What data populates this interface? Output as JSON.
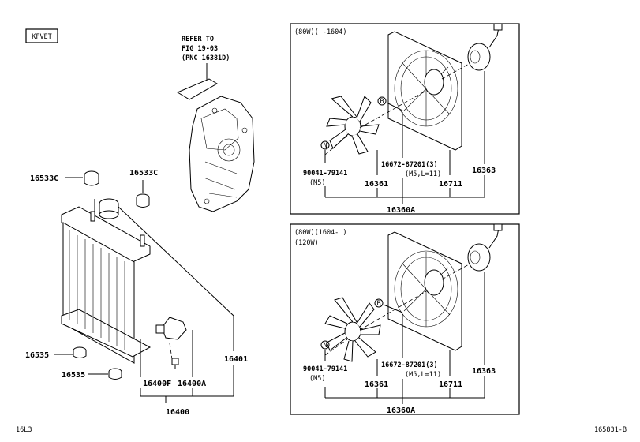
{
  "engine_code": "KFVET",
  "refer_note": [
    "REFER TO",
    "FIG 19-03",
    "(PNC 16381D)"
  ],
  "left": {
    "cap_left": "16533C",
    "cap_right": "16533C",
    "cushion_upper": "16535",
    "cushion_lower": "16535",
    "radiator": "16401",
    "drain_cock": "16400F",
    "drain_plug": "16400A",
    "radiator_assy": "16400"
  },
  "top_panel": {
    "spec": "(80W)(    -1604)",
    "badge_b": "B",
    "badge_n": "N",
    "screw_part": "16672-87201(3)",
    "screw_spec": "(M5,L=11)",
    "nut_part": "90041-79141",
    "nut_spec": "(M5)",
    "fan": "16361",
    "shroud": "16711",
    "motor": "16363",
    "assy": "16360A"
  },
  "bottom_panel": {
    "spec_a": "(80W)(1604-    )",
    "spec_b": "(120W)",
    "badge_b": "B",
    "badge_n": "N",
    "screw_part": "16672-87201(3)",
    "screw_spec": "(M5,L=11)",
    "nut_part": "90041-79141",
    "nut_spec": "(M5)",
    "fan": "16361",
    "shroud": "16711",
    "motor": "16363",
    "assy": "16360A"
  },
  "footer": {
    "left": "16L3",
    "right": "165831-B"
  }
}
